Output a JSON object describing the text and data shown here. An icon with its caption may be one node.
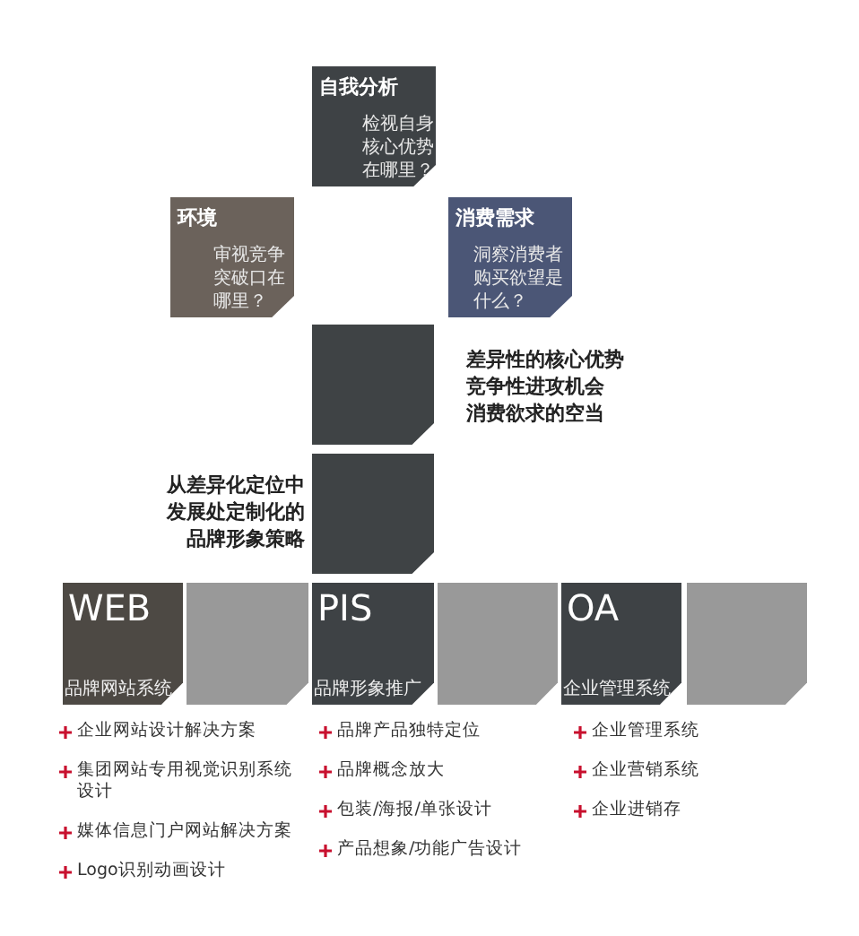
{
  "diagram": {
    "nodes": [
      {
        "text": [
          "自我分析",
          "检视自身核心优势在哪里？"
        ]
      },
      {
        "text": [
          "环境",
          "审视竞争突破口在哪里？"
        ]
      },
      {
        "text": [
          "消费需求",
          "洞察消费者购买欲望是什么？"
        ]
      },
      {
        "text": [],
        "shape": "box",
        "beside": [
          "差异性的核心优势",
          "竞争性进攻机会",
          "消费欲求的空当"
        ]
      },
      {
        "text": [],
        "shape": "box",
        "beside": [
          "从差异化定位中发展处定制化的品牌形象策略"
        ]
      },
      {
        "text": [
          "WEB",
          "品牌网站系统"
        ]
      },
      {
        "text": [],
        "shape": "box"
      },
      {
        "text": [
          "PIS",
          "品牌形象推广"
        ]
      },
      {
        "text": [],
        "shape": "box"
      },
      {
        "text": [
          "OA",
          "企业管理系统"
        ]
      },
      {
        "text": [],
        "shape": "box"
      }
    ],
    "labels": [
      "企业网站设计解决方案",
      "集团网站专用视觉识别系统设计",
      "媒体信息门户网站解决方案",
      "Logo识别动画设计",
      "品牌产品独特定位",
      "品牌概念放大",
      "包装/海报/单张设计",
      "产品想象/功能广告设计",
      "企业管理系统",
      "企业营销系统",
      "企业进销存"
    ]
  }
}
